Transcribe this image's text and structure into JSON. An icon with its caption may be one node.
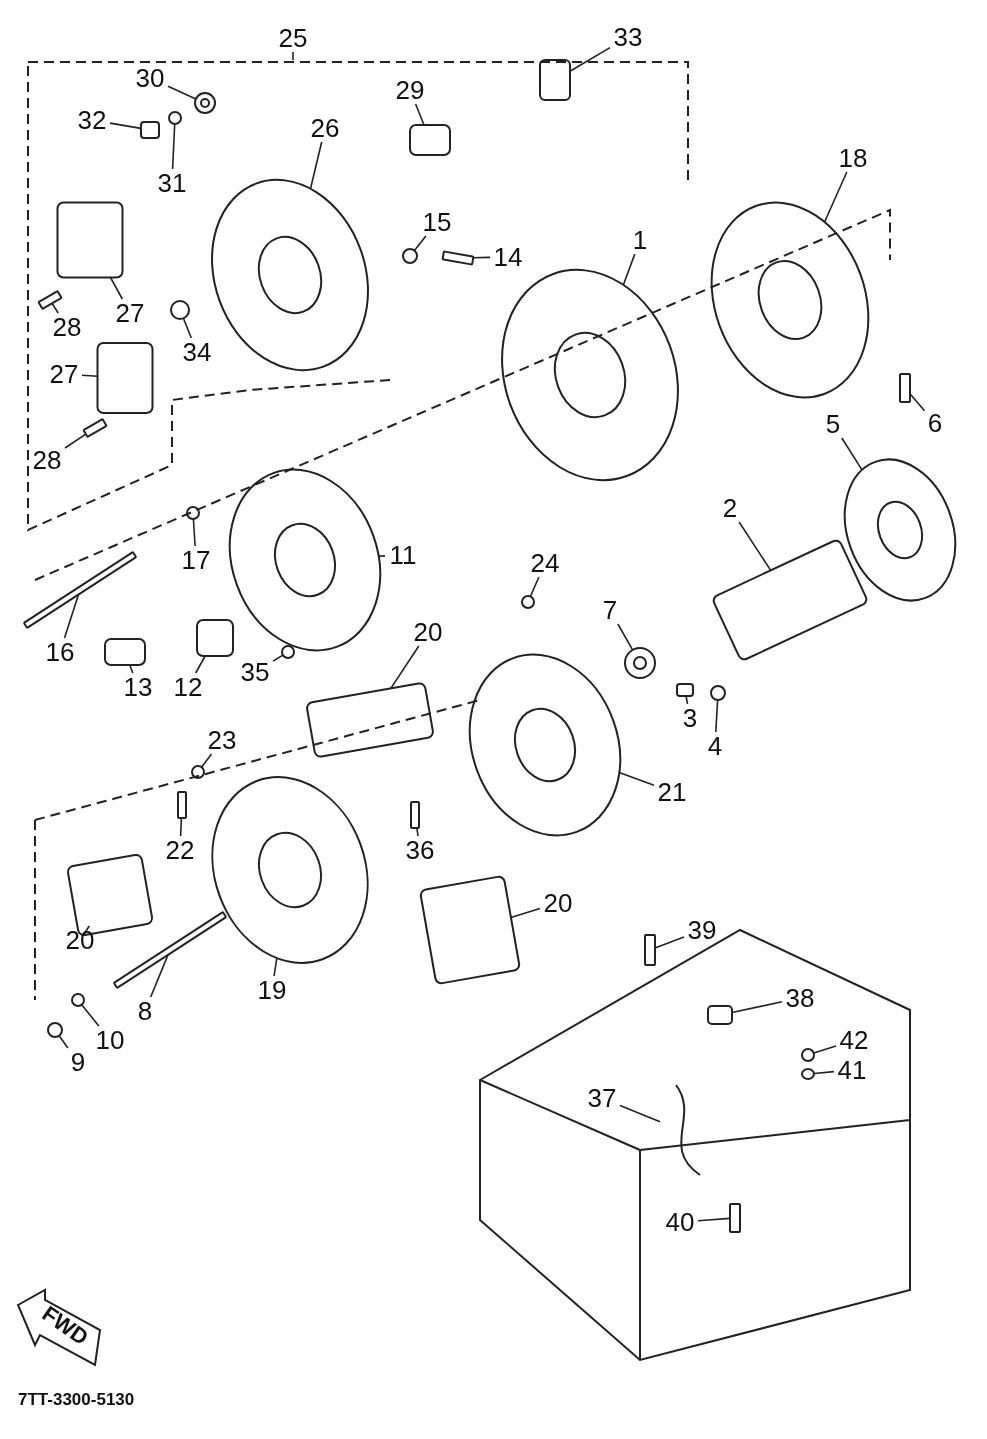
{
  "diagram": {
    "nodes": [
      {
        "text": [
          "25"
        ]
      },
      {
        "text": [
          "30"
        ]
      },
      {
        "text": [
          "33"
        ]
      },
      {
        "text": [
          "32"
        ]
      },
      {
        "text": [
          "29"
        ]
      },
      {
        "text": [
          "31"
        ]
      },
      {
        "text": [
          "26"
        ]
      },
      {
        "text": [
          "18"
        ]
      },
      {
        "text": [
          "15"
        ]
      },
      {
        "text": [
          "14"
        ]
      },
      {
        "text": [
          "1"
        ]
      },
      {
        "text": [
          "27"
        ]
      },
      {
        "text": [
          "28"
        ]
      },
      {
        "text": [
          "34"
        ]
      },
      {
        "text": [
          "27"
        ]
      },
      {
        "text": [
          "6"
        ]
      },
      {
        "text": [
          "5"
        ]
      },
      {
        "text": [
          "28"
        ]
      },
      {
        "text": [
          "17"
        ]
      },
      {
        "text": [
          "11"
        ]
      },
      {
        "text": [
          "2"
        ]
      },
      {
        "text": [
          "24"
        ]
      },
      {
        "text": [
          "16"
        ]
      },
      {
        "text": [
          "7"
        ]
      },
      {
        "text": [
          "20"
        ]
      },
      {
        "text": [
          "13"
        ]
      },
      {
        "text": [
          "12"
        ]
      },
      {
        "text": [
          "35"
        ]
      },
      {
        "text": [
          "3"
        ]
      },
      {
        "text": [
          "4"
        ]
      },
      {
        "text": [
          "23"
        ]
      },
      {
        "text": [
          "21"
        ]
      },
      {
        "text": [
          "22"
        ]
      },
      {
        "text": [
          "36"
        ]
      },
      {
        "text": [
          "20"
        ]
      },
      {
        "text": [
          "39"
        ]
      },
      {
        "text": [
          "20"
        ]
      },
      {
        "text": [
          "38"
        ]
      },
      {
        "text": [
          "10"
        ]
      },
      {
        "text": [
          "8"
        ]
      },
      {
        "text": [
          "19"
        ]
      },
      {
        "text": [
          "9"
        ]
      },
      {
        "text": [
          "42"
        ]
      },
      {
        "text": [
          "41"
        ]
      },
      {
        "text": [
          "37"
        ]
      },
      {
        "text": [
          "40"
        ]
      },
      {
        "text": [],
        "shape": "picture"
      },
      {
        "text": [],
        "shape": "box"
      },
      {
        "text": [],
        "shape": "box"
      },
      {
        "text": [],
        "shape": "box"
      },
      {
        "text": [],
        "shape": "circle"
      },
      {
        "text": [],
        "shape": "picture"
      },
      {
        "text": [],
        "shape": "picture"
      },
      {
        "text": [],
        "shape": "circle"
      },
      {
        "text": [],
        "shape": "box"
      },
      {
        "text": [],
        "shape": "picture"
      },
      {
        "text": [],
        "shape": "box"
      },
      {
        "text": [],
        "shape": "box"
      },
      {
        "text": [],
        "shape": "circle"
      },
      {
        "text": [],
        "shape": "box"
      },
      {
        "text": [],
        "shape": "box"
      },
      {
        "text": [],
        "shape": "picture"
      },
      {
        "text": [],
        "shape": "box"
      },
      {
        "text": [],
        "shape": "circle"
      },
      {
        "text": [],
        "shape": "picture"
      },
      {
        "text": [],
        "shape": "box"
      },
      {
        "text": [],
        "shape": "circle"
      },
      {
        "text": [],
        "shape": "box"
      },
      {
        "text": [],
        "shape": "picture"
      },
      {
        "text": [],
        "shape": "box"
      },
      {
        "text": [],
        "shape": "box"
      },
      {
        "text": [],
        "shape": "box"
      },
      {
        "text": [],
        "shape": "circle"
      },
      {
        "text": [],
        "shape": "box"
      },
      {
        "text": [],
        "shape": "circle"
      },
      {
        "text": [],
        "shape": "circle"
      },
      {
        "text": [],
        "shape": "picture"
      },
      {
        "text": [],
        "shape": "box"
      },
      {
        "text": [],
        "shape": "box"
      },
      {
        "text": [],
        "shape": "box"
      },
      {
        "text": [],
        "shape": "box"
      },
      {
        "text": [],
        "shape": "box"
      },
      {
        "text": [],
        "shape": "box"
      },
      {
        "text": [],
        "shape": "circle"
      },
      {
        "text": [],
        "shape": "box"
      },
      {
        "text": [],
        "shape": "picture"
      },
      {
        "text": [],
        "shape": "circle"
      },
      {
        "text": [],
        "shape": "circle"
      },
      {
        "text": [],
        "shape": "circle"
      },
      {
        "text": [],
        "shape": "picture"
      },
      {
        "text": [],
        "shape": "box"
      }
    ],
    "edges": [
      {
        "from": 0,
        "to": null,
        "arrow": "none"
      },
      {
        "from": 1,
        "to": 46,
        "arrow": "none"
      },
      {
        "from": 2,
        "to": 47,
        "arrow": "none"
      },
      {
        "from": 3,
        "to": 48,
        "arrow": "none"
      },
      {
        "from": 4,
        "to": 49,
        "arrow": "none"
      },
      {
        "from": 5,
        "to": 50,
        "arrow": "none"
      },
      {
        "from": 6,
        "to": 51,
        "arrow": "none"
      },
      {
        "from": 7,
        "to": 52,
        "arrow": "none"
      },
      {
        "from": 8,
        "to": 53,
        "arrow": "none"
      },
      {
        "from": 9,
        "to": 54,
        "arrow": "none"
      },
      {
        "from": 10,
        "to": 55,
        "arrow": "none"
      },
      {
        "from": 11,
        "to": 56,
        "arrow": "none"
      },
      {
        "from": 12,
        "to": 57,
        "arrow": "none"
      },
      {
        "from": 13,
        "to": 58,
        "arrow": "none"
      },
      {
        "from": 14,
        "to": 59,
        "arrow": "none"
      },
      {
        "from": 15,
        "to": 60,
        "arrow": "none"
      },
      {
        "from": 16,
        "to": 61,
        "arrow": "none"
      },
      {
        "from": 17,
        "to": 62,
        "arrow": "none"
      },
      {
        "from": 18,
        "to": 63,
        "arrow": "none"
      },
      {
        "from": 19,
        "to": 64,
        "arrow": "none"
      },
      {
        "from": 20,
        "to": 65,
        "arrow": "none"
      },
      {
        "from": 21,
        "to": 66,
        "arrow": "none"
      },
      {
        "from": 22,
        "to": 67,
        "arrow": "none"
      },
      {
        "from": 23,
        "to": 68,
        "arrow": "none"
      },
      {
        "from": 24,
        "to": 69,
        "arrow": "none"
      },
      {
        "from": 25,
        "to": 70,
        "arrow": "none"
      },
      {
        "from": 26,
        "to": 71,
        "arrow": "none"
      },
      {
        "from": 27,
        "to": 72,
        "arrow": "none"
      },
      {
        "from": 28,
        "to": 73,
        "arrow": "none"
      },
      {
        "from": 29,
        "to": 74,
        "arrow": "none"
      },
      {
        "from": 30,
        "to": 75,
        "arrow": "none"
      },
      {
        "from": 31,
        "to": 76,
        "arrow": "none"
      },
      {
        "from": 32,
        "to": 77,
        "arrow": "none"
      },
      {
        "from": 33,
        "to": 78,
        "arrow": "none"
      },
      {
        "from": 34,
        "to": 79,
        "arrow": "none"
      },
      {
        "from": 35,
        "to": 80,
        "arrow": "none"
      },
      {
        "from": 36,
        "to": 81,
        "arrow": "none"
      },
      {
        "from": 37,
        "to": 82,
        "arrow": "none"
      },
      {
        "from": 38,
        "to": 83,
        "arrow": "none"
      },
      {
        "from": 39,
        "to": 84,
        "arrow": "none"
      },
      {
        "from": 40,
        "to": 85,
        "arrow": "none"
      },
      {
        "from": 41,
        "to": 86,
        "arrow": "none"
      },
      {
        "from": 42,
        "to": 87,
        "arrow": "none"
      },
      {
        "from": 43,
        "to": 88,
        "arrow": "none"
      },
      {
        "from": 44,
        "to": 89,
        "arrow": "none"
      },
      {
        "from": 45,
        "to": 90,
        "arrow": "none"
      }
    ],
    "labels": [
      "FWD",
      "7TT-3300-5130"
    ]
  }
}
